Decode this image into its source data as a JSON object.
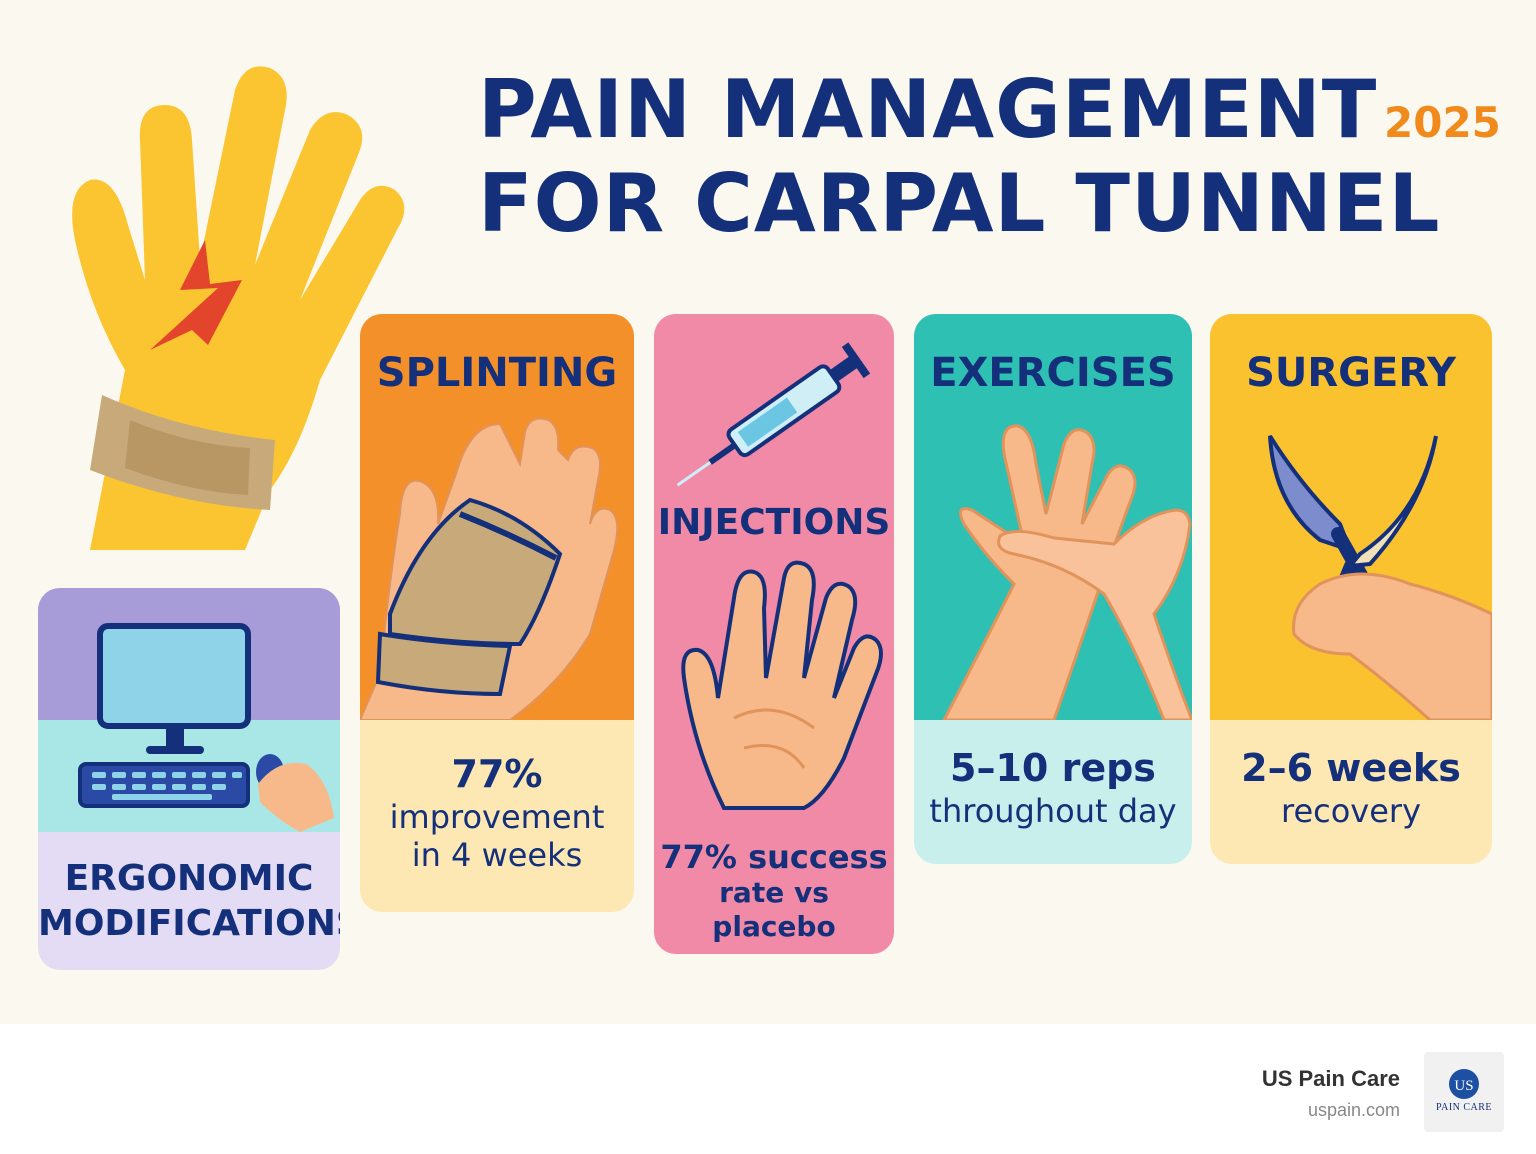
{
  "title": {
    "line1": "PAIN MANAGEMENT",
    "line2": "FOR CARPAL TUNNEL",
    "year": "2025"
  },
  "cards": {
    "ergonomic": {
      "label_line1": "ERGONOMIC",
      "label_line2": "MODIFICATIONS"
    },
    "splinting": {
      "label": "SPLINTING",
      "stat_big": "77%",
      "stat_line2": "improvement",
      "stat_line3": "in 4 weeks"
    },
    "injections": {
      "label": "INJECTIONS",
      "stat_big": "77% success",
      "stat_line2": "rate vs placebo"
    },
    "exercises": {
      "label": "EXERCISES",
      "stat_big": "5–10 reps",
      "stat_line2": "throughout day"
    },
    "surgery": {
      "label": "SURGERY",
      "stat_big": "2–6 weeks",
      "stat_line2": "recovery"
    }
  },
  "footer": {
    "brand_name": "US Pain Care",
    "brand_url": "uspain.com",
    "logo_text": "PAIN CARE",
    "logo_initials": "US"
  },
  "colors": {
    "navy": "#14307a",
    "orange": "#f4902a",
    "pink": "#f18aa6",
    "teal": "#2fc0b4",
    "yellow": "#fbc22f",
    "purple": "#a79bd8",
    "background": "#fbf8f0"
  },
  "icons": [
    "hand-pain-icon",
    "computer-icon",
    "wrist-splint-icon",
    "syringe-icon",
    "open-hand-icon",
    "stretching-hands-icon",
    "scalpel-icon"
  ]
}
